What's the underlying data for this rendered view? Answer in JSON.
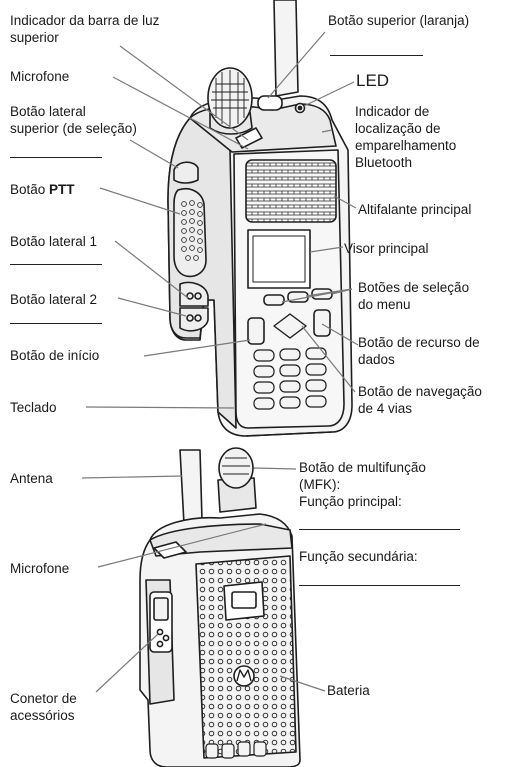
{
  "labels": {
    "light_bar_line1": "Indicador da barra de luz",
    "light_bar_line2": "superior",
    "top_button": "Botão superior (laranja)",
    "microphone_top": "Microfone",
    "led": "LED",
    "top_side_line1": "Botão lateral",
    "top_side_line2": "superior (de seleção)",
    "bt_line1": "Indicador de",
    "bt_line2": "localização de",
    "bt_line3": "emparelhamento",
    "bt_line4": "Bluetooth",
    "ptt_prefix": "Botão ",
    "ptt_bold": "PTT",
    "main_speaker": "Altifalante principal",
    "side_button_1": "Botão lateral 1",
    "main_display": "Visor principal",
    "menu_select_line1": "Botões de seleção",
    "menu_select_line2": "do menu",
    "side_button_2": "Botão lateral 2",
    "data_feature_line1": "Botão de recurso de",
    "data_feature_line2": "dados",
    "home_button": "Botão de início",
    "nav_line1": "Botão de navegação",
    "nav_line2": "de 4 vias",
    "keypad": "Teclado",
    "antenna": "Antena",
    "mfk_line1": "Botão de multifunção",
    "mfk_line2": "(MFK):",
    "primary_function": "Função principal:",
    "secondary_function": "Função secundária:",
    "microphone_rear": "Microfone",
    "battery": "Bateria",
    "accessory_line1": "Conetor de",
    "accessory_line2": "acessórios"
  },
  "colors": {
    "ink": "#1a1a1a",
    "leader": "#7a7a7a",
    "device_body": "#f4f4f4",
    "device_outline": "#1e1e1e",
    "shade": "#d6d6d6"
  },
  "icons": [
    "motorola-logo-icon"
  ]
}
